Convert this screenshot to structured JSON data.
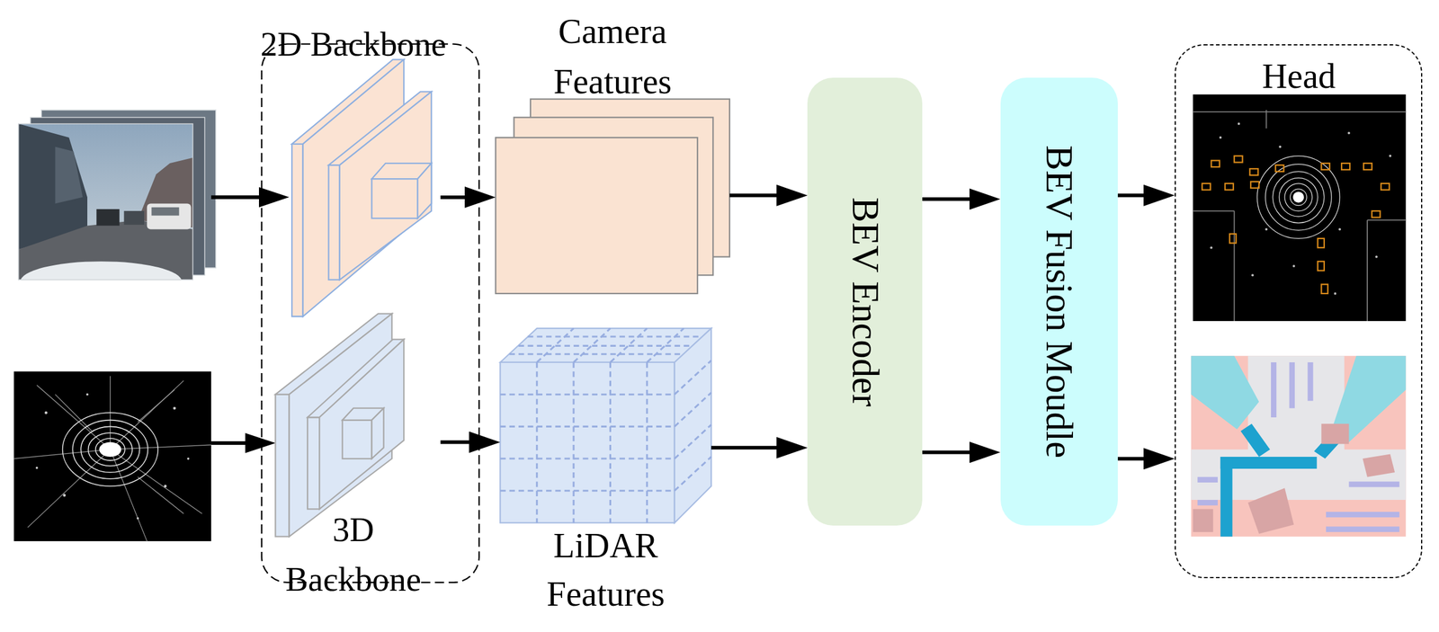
{
  "diagram": {
    "nodes": [
      {
        "text": [
          "2D Backbone"
        ]
      },
      {
        "text": [
          "3D Backbone"
        ]
      },
      {
        "text": [
          "Camera Features"
        ]
      },
      {
        "text": [
          "LiDAR Features"
        ]
      },
      {
        "text": [
          "BEV Encoder"
        ]
      },
      {
        "text": [
          "BEV Fusion Moudle"
        ]
      },
      {
        "text": [
          "Head"
        ]
      }
    ],
    "edges": [
      {
        "from": 0,
        "to": 2,
        "arrow": "to"
      },
      {
        "from": 1,
        "to": 3,
        "arrow": "to"
      },
      {
        "from": 2,
        "to": 4,
        "arrow": "to"
      },
      {
        "from": 3,
        "to": 4,
        "arrow": "to"
      },
      {
        "from": 4,
        "to": 5,
        "arrow": "to"
      },
      {
        "from": 4,
        "to": 5,
        "arrow": "to"
      },
      {
        "from": 5,
        "to": 6,
        "arrow": "to"
      },
      {
        "from": 5,
        "to": 6,
        "arrow": "to"
      }
    ]
  }
}
